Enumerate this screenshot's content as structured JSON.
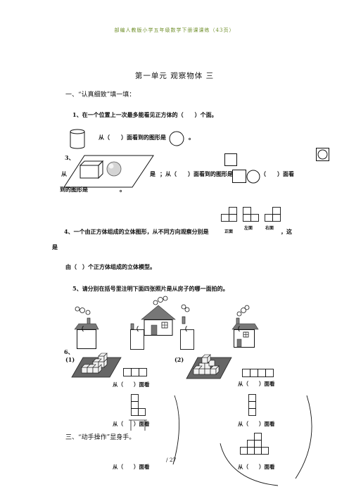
{
  "header": "部编人教版小学五年级数学下册课课练（43页）",
  "title": "第一单元 观察物体 三",
  "section1": "一、“认真细致”填一填：",
  "q1": "1、在一个位置上一次最多能看见正方体的（　　）个面。",
  "q2": "从（　　）面看到的图形是",
  "q2_end": "。",
  "q3_num": "3、",
  "q3_a": "从",
  "q3_b": "是",
  "q3_c": "；从（　　）面看到的图形是",
  "q3_d": "（　　）面看",
  "q3_e": "到的图形是",
  "q3_end": "。",
  "q4": "4、一个由正方体组成的立体图形，从不同方向观察分别是",
  "q4_labels": [
    "正面",
    "左面",
    "右面"
  ],
  "q4_tail": "，这",
  "q4_shi": "是",
  "q4_line2": "由（　）个正方体组成的立体模型。",
  "q5": "5、请分别在括号里注明下面四张照片是从房子的哪一面拍的。",
  "paren": "（",
  "q6_num": "6、",
  "q6_p1": "(1)",
  "q6_p2": "(2)",
  "view_label": "从（　　）面看",
  "section3": "三、“动手操作”显身手。",
  "page_num": "/ 27"
}
